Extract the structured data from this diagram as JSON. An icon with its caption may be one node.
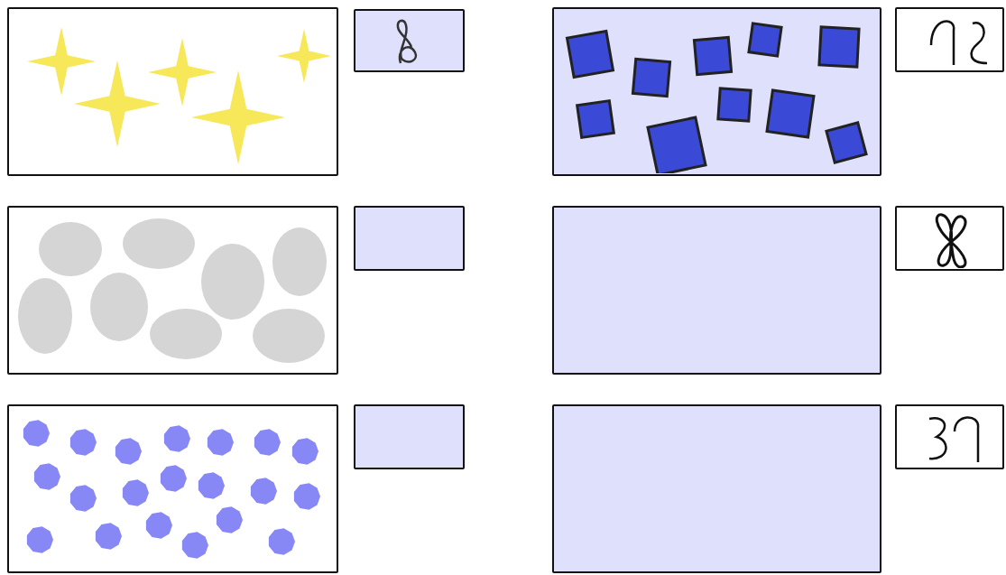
{
  "diagram": {
    "nodes": [
      {
        "text": [],
        "shape": "box"
      },
      {
        "text": [],
        "shape": "box"
      },
      {
        "text": [],
        "shape": "box"
      },
      {
        "text": [],
        "shape": "box"
      },
      {
        "text": [],
        "shape": "box"
      },
      {
        "text": [],
        "shape": "box"
      },
      {
        "text": [],
        "shape": "box"
      },
      {
        "text": [],
        "shape": "box"
      },
      {
        "text": [],
        "shape": "box"
      },
      {
        "text": [],
        "shape": "box"
      },
      {
        "text": [],
        "shape": "box"
      },
      {
        "text": [],
        "shape": "box"
      }
    ]
  }
}
